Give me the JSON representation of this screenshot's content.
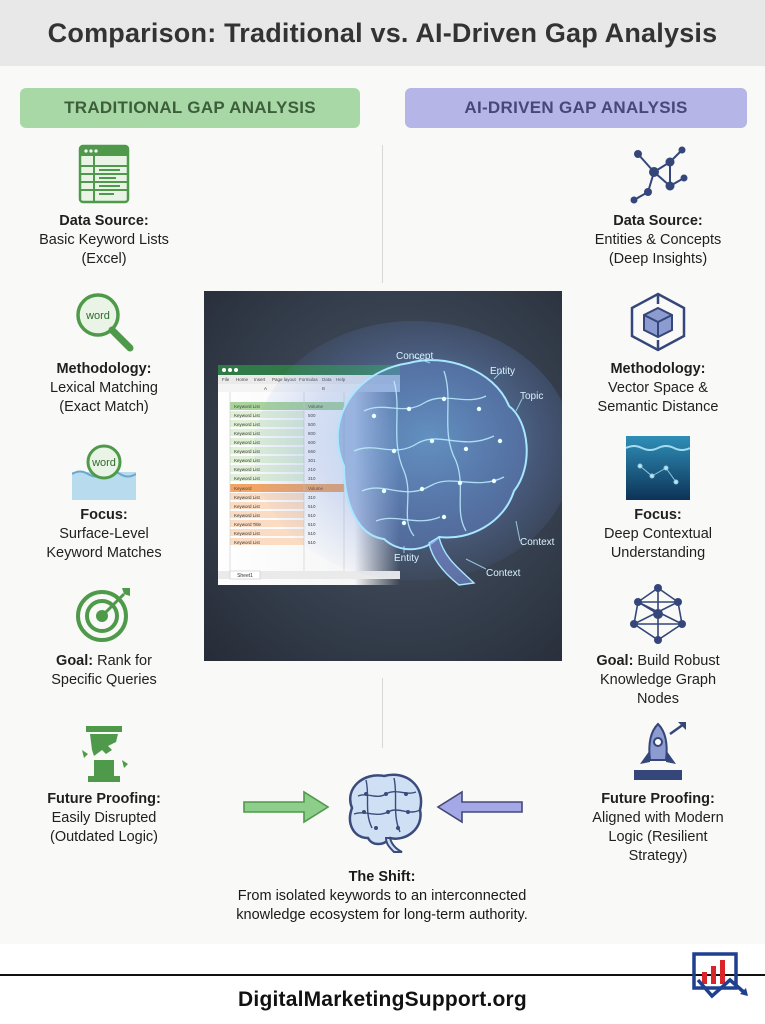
{
  "title": "Comparison: Traditional vs. AI-Driven Gap Analysis",
  "left_header": "TRADITIONAL GAP ANALYSIS",
  "right_header": "AI-DRIVEN GAP ANALYSIS",
  "colors": {
    "green": "#a8d8a6",
    "purple": "#b6b5e8",
    "green_icon": "#4f9a4a",
    "blue_icon": "#34467a"
  },
  "traditional": [
    {
      "icon": "spreadsheet-icon",
      "label": "Data Source:",
      "text": [
        "Basic Keyword Lists",
        "(Excel)"
      ]
    },
    {
      "icon": "magnifier-word-icon",
      "label": "Methodology:",
      "text": [
        "Lexical Matching",
        "(Exact Match)"
      ]
    },
    {
      "icon": "word-bubble-water-icon",
      "label": "Focus:",
      "text": [
        "Surface-Level",
        "Keyword Matches"
      ]
    },
    {
      "icon": "target-arrow-icon",
      "label": "Goal:",
      "inline": " Rank for",
      "text": [
        "Specific Queries"
      ]
    },
    {
      "icon": "broken-column-icon",
      "label": "Future Proofing:",
      "text": [
        "Easily Disrupted",
        "(Outdated Logic)"
      ]
    }
  ],
  "ai": [
    {
      "icon": "network-graph-icon",
      "label": "Data Source:",
      "text": [
        "Entities & Concepts",
        "(Deep Insights)"
      ]
    },
    {
      "icon": "vector-cube-icon",
      "label": "Methodology:",
      "text": [
        "Vector Space &",
        "Semantic Distance"
      ]
    },
    {
      "icon": "deep-water-icon",
      "label": "Focus:",
      "text": [
        "Deep Contextual",
        "Understanding"
      ]
    },
    {
      "icon": "knowledge-graph-icon",
      "label": "Goal:",
      "inline": " Build Robust",
      "text": [
        "Knowledge Graph",
        "Nodes"
      ]
    },
    {
      "icon": "rocket-icon",
      "label": "Future Proofing:",
      "text": [
        "Aligned with Modern",
        "Logic (Resilient",
        "Strategy)"
      ]
    }
  ],
  "brain_labels": [
    "Concept",
    "Entity",
    "Topic",
    "Context",
    "Entity",
    "Context"
  ],
  "spreadsheet": {
    "menu": [
      "File",
      "Home",
      "Insert",
      "Page layout",
      "Formulas",
      "Data",
      "Help"
    ],
    "cols": [
      "A",
      "B"
    ],
    "header_green": [
      "Keyword List",
      "Volume"
    ],
    "rows_green": [
      [
        "Keyword List",
        "500"
      ],
      [
        "Keyword List",
        "500"
      ],
      [
        "Keyword List",
        "800"
      ],
      [
        "Keyword List",
        "600"
      ],
      [
        "Keyword List",
        "660"
      ],
      [
        "Keyword List",
        "301"
      ],
      [
        "Keyword List",
        "210"
      ],
      [
        "Keyword List",
        "310"
      ]
    ],
    "header_orange": [
      "Keyword",
      "Volume"
    ],
    "rows_orange": [
      [
        "Keyword List",
        "310"
      ],
      [
        "Keyword List",
        "510"
      ],
      [
        "Keyword List",
        "510"
      ],
      [
        "Keyword Title",
        "510"
      ],
      [
        "Keyword List",
        "510"
      ],
      [
        "Keyword List",
        "510"
      ]
    ],
    "sheet_tab": "Sheet1"
  },
  "shift": {
    "label": "The Shift:",
    "lines": [
      "From isolated keywords to an interconnected",
      "knowledge ecosystem for long-term authority."
    ]
  },
  "footer_url": "DigitalMarketingSupport.org"
}
